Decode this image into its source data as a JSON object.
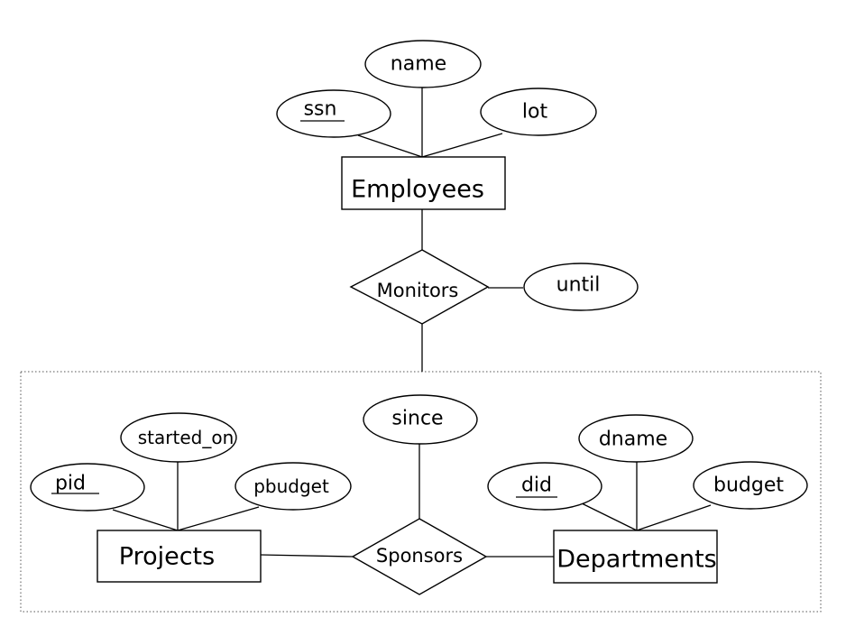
{
  "entities": {
    "employees": "Employees",
    "projects": "Projects",
    "departments": "Departments"
  },
  "relationships": {
    "monitors": "Monitors",
    "sponsors": "Sponsors"
  },
  "attributes": {
    "ssn": "ssn",
    "name": "name",
    "lot": "lot",
    "until": "until",
    "since": "since",
    "pid": "pid",
    "started_on": "started_on",
    "pbudget": "pbudget",
    "did": "did",
    "dname": "dname",
    "budget": "budget"
  },
  "key_attributes": [
    "ssn",
    "pid",
    "did"
  ]
}
